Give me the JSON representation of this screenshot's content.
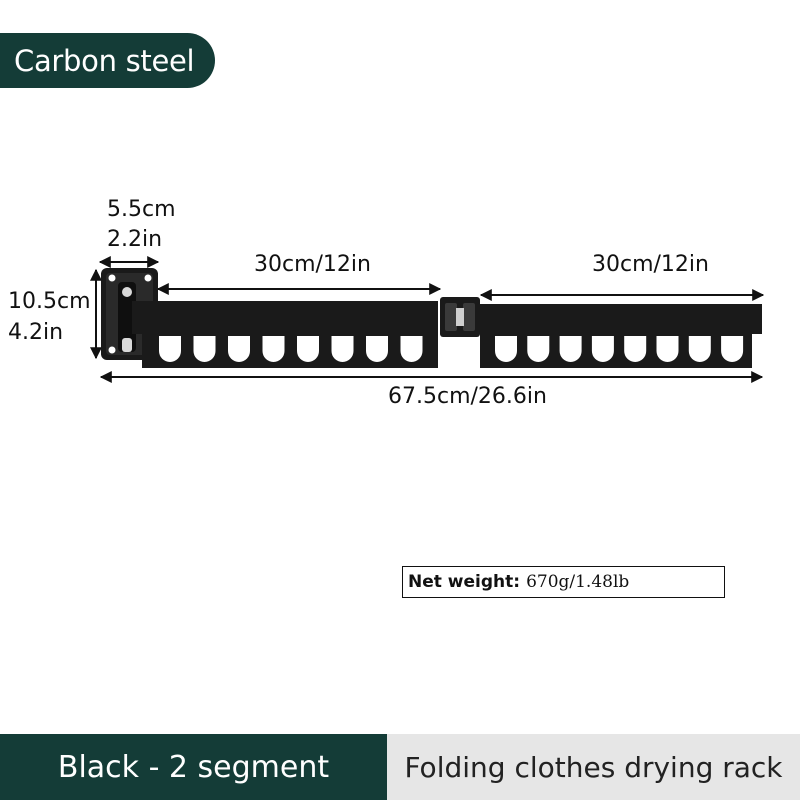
{
  "header": {
    "material": "Carbon steel"
  },
  "dimensions": {
    "bracket_width_cm": "5.5cm",
    "bracket_width_in": "2.2in",
    "height_cm": "10.5cm",
    "height_in": "4.2in",
    "arm1_length": "30cm/12in",
    "arm2_length": "30cm/12in",
    "total_length": "67.5cm/26.6in"
  },
  "specs": {
    "net_weight_label": "Net weight:",
    "net_weight_value": "670g/1.48lb"
  },
  "footer": {
    "variant": "Black - 2 segment",
    "product_name": "Folding clothes drying rack"
  },
  "colors": {
    "brand": "#143c37",
    "product": "#1a1a1a",
    "footer_light": "#e6e6e6"
  },
  "product": {
    "slots_per_segment": 8,
    "segments": 2
  }
}
